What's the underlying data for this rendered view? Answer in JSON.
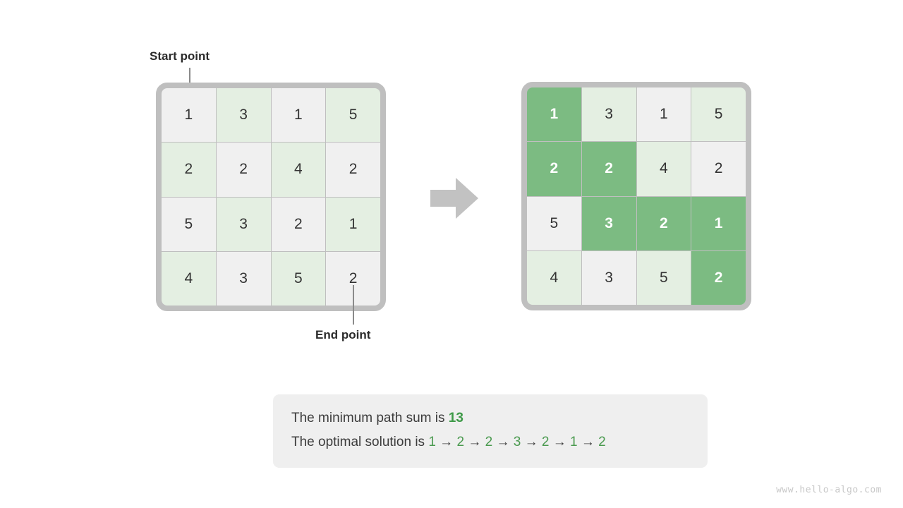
{
  "annotations": {
    "start_label": "Start point",
    "end_label": "End point"
  },
  "arrow": {
    "icon": "arrow-right-icon",
    "color": "#c2c2c2"
  },
  "colors": {
    "cell_plain": "#f0f0f0",
    "cell_tint": "#e4efe2",
    "cell_highlight": "#7cbb82",
    "frame": "#bfbfbf",
    "accent_green": "#3e9a48",
    "text": "#333333"
  },
  "chart_data": {
    "type": "table",
    "title": "Minimum path sum grid",
    "rows": 4,
    "cols": 4,
    "grid": [
      [
        1,
        3,
        1,
        5
      ],
      [
        2,
        2,
        4,
        2
      ],
      [
        5,
        3,
        2,
        1
      ],
      [
        4,
        3,
        5,
        2
      ]
    ],
    "start_cell": [
      0,
      0
    ],
    "end_cell": [
      3,
      3
    ],
    "optimal_path_cells": [
      [
        0,
        0
      ],
      [
        1,
        0
      ],
      [
        1,
        1
      ],
      [
        2,
        1
      ],
      [
        2,
        2
      ],
      [
        2,
        3
      ],
      [
        3,
        3
      ]
    ],
    "optimal_path_values": [
      1,
      2,
      2,
      3,
      2,
      1,
      2
    ],
    "minimum_path_sum": 13
  },
  "grid_left": {
    "name": "input-grid",
    "cells": [
      {
        "v": "1",
        "hl": false
      },
      {
        "v": "3",
        "hl": false
      },
      {
        "v": "1",
        "hl": false
      },
      {
        "v": "5",
        "hl": false
      },
      {
        "v": "2",
        "hl": false
      },
      {
        "v": "2",
        "hl": false
      },
      {
        "v": "4",
        "hl": false
      },
      {
        "v": "2",
        "hl": false
      },
      {
        "v": "5",
        "hl": false
      },
      {
        "v": "3",
        "hl": false
      },
      {
        "v": "2",
        "hl": false
      },
      {
        "v": "1",
        "hl": false
      },
      {
        "v": "4",
        "hl": false
      },
      {
        "v": "3",
        "hl": false
      },
      {
        "v": "5",
        "hl": false
      },
      {
        "v": "2",
        "hl": false
      }
    ]
  },
  "grid_right": {
    "name": "solution-grid",
    "cells": [
      {
        "v": "1",
        "hl": true
      },
      {
        "v": "3",
        "hl": false
      },
      {
        "v": "1",
        "hl": false
      },
      {
        "v": "5",
        "hl": false
      },
      {
        "v": "2",
        "hl": true
      },
      {
        "v": "2",
        "hl": true
      },
      {
        "v": "4",
        "hl": false
      },
      {
        "v": "2",
        "hl": false
      },
      {
        "v": "5",
        "hl": false
      },
      {
        "v": "3",
        "hl": true
      },
      {
        "v": "2",
        "hl": true
      },
      {
        "v": "1",
        "hl": true
      },
      {
        "v": "4",
        "hl": false
      },
      {
        "v": "3",
        "hl": false
      },
      {
        "v": "5",
        "hl": false
      },
      {
        "v": "2",
        "hl": true
      }
    ]
  },
  "caption": {
    "line1_prefix": "The minimum path sum is ",
    "line1_value": "13",
    "line2_prefix": "The optimal solution is ",
    "path_sequence": [
      "1",
      "2",
      "2",
      "3",
      "2",
      "1",
      "2"
    ],
    "arrow_glyph": "→"
  },
  "watermark": {
    "text": "www.hello-algo.com"
  }
}
